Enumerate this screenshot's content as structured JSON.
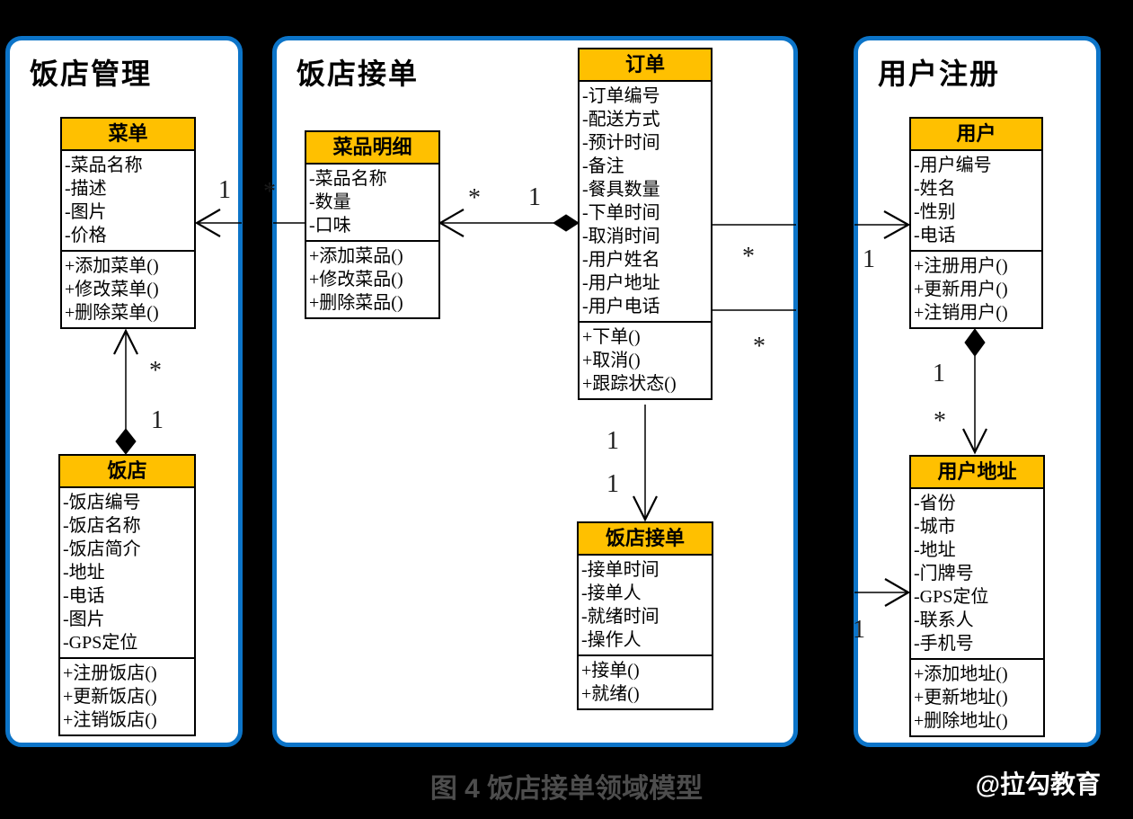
{
  "page": {
    "background": "#000000",
    "caption": "图 4 饭店接单领域模型",
    "watermark": "@拉勾教育"
  },
  "colors": {
    "package_border": "#0c74c8",
    "package_fill": "#ffffff",
    "class_header_fill": "#ffc000",
    "class_border": "#000000",
    "caption_color": "#4d4d4d"
  },
  "packages": [
    {
      "title": "饭店管理"
    },
    {
      "title": "饭店接单"
    },
    {
      "title": "用户注册"
    }
  ],
  "classes": {
    "menu": {
      "name": "菜单",
      "attributes": [
        "-菜品名称",
        "-描述",
        "-图片",
        "-价格"
      ],
      "methods": [
        "+添加菜单()",
        "+修改菜单()",
        "+删除菜单()"
      ]
    },
    "restaurant": {
      "name": "饭店",
      "attributes": [
        "-饭店编号",
        "-饭店名称",
        "-饭店简介",
        "-地址",
        "-电话",
        "-图片",
        "-GPS定位"
      ],
      "methods": [
        "+注册饭店()",
        "+更新饭店()",
        "+注销饭店()"
      ]
    },
    "dish_detail": {
      "name": "菜品明细",
      "attributes": [
        "-菜品名称",
        "-数量",
        "-口味"
      ],
      "methods": [
        "+添加菜品()",
        "+修改菜品()",
        "+删除菜品()"
      ]
    },
    "order": {
      "name": "订单",
      "attributes": [
        "-订单编号",
        "-配送方式",
        "-预计时间",
        "-备注",
        "-餐具数量",
        "-下单时间",
        "-取消时间",
        "-用户姓名",
        "-用户地址",
        "-用户电话"
      ],
      "methods": [
        "+下单()",
        "+取消()",
        "+跟踪状态()"
      ]
    },
    "restaurant_accept": {
      "name": "饭店接单",
      "attributes": [
        "-接单时间",
        "-接单人",
        "-就绪时间",
        "-操作人"
      ],
      "methods": [
        "+接单()",
        "+就绪()"
      ]
    },
    "user": {
      "name": "用户",
      "attributes": [
        "-用户编号",
        "-姓名",
        "-性别",
        "-电话"
      ],
      "methods": [
        "+注册用户()",
        "+更新用户()",
        "+注销用户()"
      ]
    },
    "user_address": {
      "name": "用户地址",
      "attributes": [
        "-省份",
        "-城市",
        "-地址",
        "-门牌号",
        "-GPS定位",
        "-联系人",
        "-手机号"
      ],
      "methods": [
        "+添加地址()",
        "+更新地址()",
        "+删除地址()"
      ]
    }
  },
  "multiplicities": {
    "dishdetail_to_menu": {
      "menu_side": "1",
      "dishdetail_side": "*"
    },
    "order_to_dishdetail": {
      "dishdetail_side": "*",
      "order_side": "1"
    },
    "restaurant_to_menu": {
      "menu_side": "*",
      "restaurant_side": "1"
    },
    "order_to_accept": {
      "upper": "1",
      "lower": "1"
    },
    "order_to_user": {
      "order_side": "*",
      "user_side": "1"
    },
    "order_to_address": {
      "order_side": "*",
      "address_side": "1"
    },
    "user_to_address": {
      "user_side": "1",
      "address_side": "*"
    }
  }
}
